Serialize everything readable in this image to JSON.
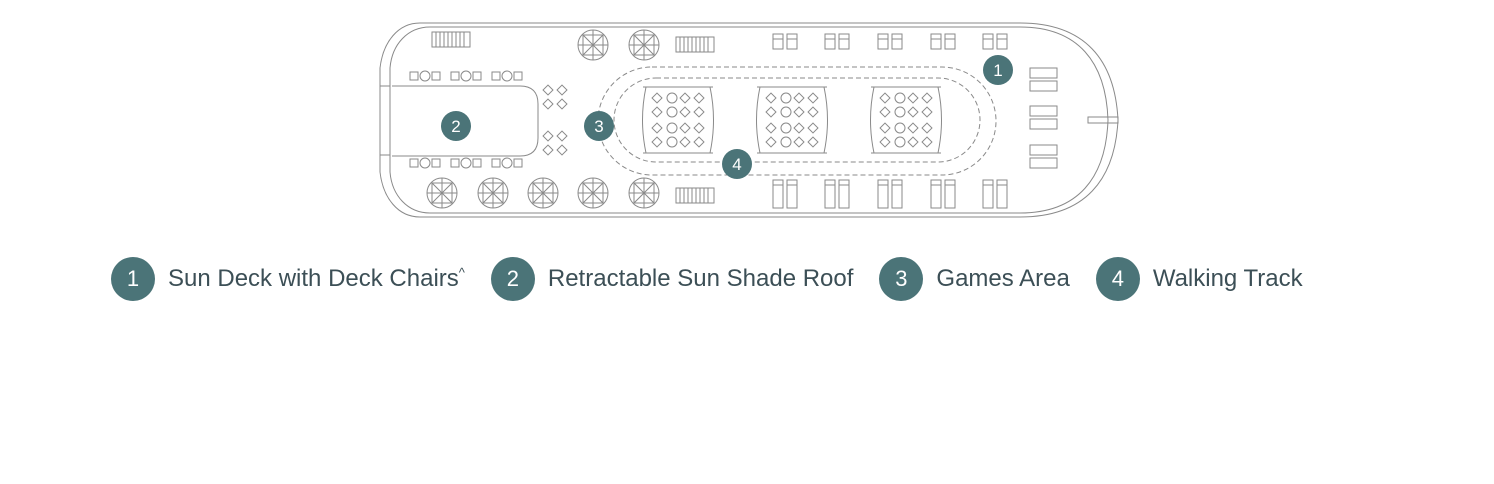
{
  "colors": {
    "accent": "#4b7478",
    "label_text": "#3c4f56",
    "line": "#8a8a8a"
  },
  "deck_markers": [
    {
      "number": "1",
      "area": "sun-deck"
    },
    {
      "number": "2",
      "area": "sun-shade-roof"
    },
    {
      "number": "3",
      "area": "games-area"
    },
    {
      "number": "4",
      "area": "walking-track"
    }
  ],
  "legend": [
    {
      "number": "1",
      "label": "Sun Deck with Deck Chairs",
      "suffix": "^"
    },
    {
      "number": "2",
      "label": "Retractable Sun Shade Roof",
      "suffix": ""
    },
    {
      "number": "3",
      "label": "Games Area",
      "suffix": ""
    },
    {
      "number": "4",
      "label": "Walking Track",
      "suffix": ""
    }
  ]
}
